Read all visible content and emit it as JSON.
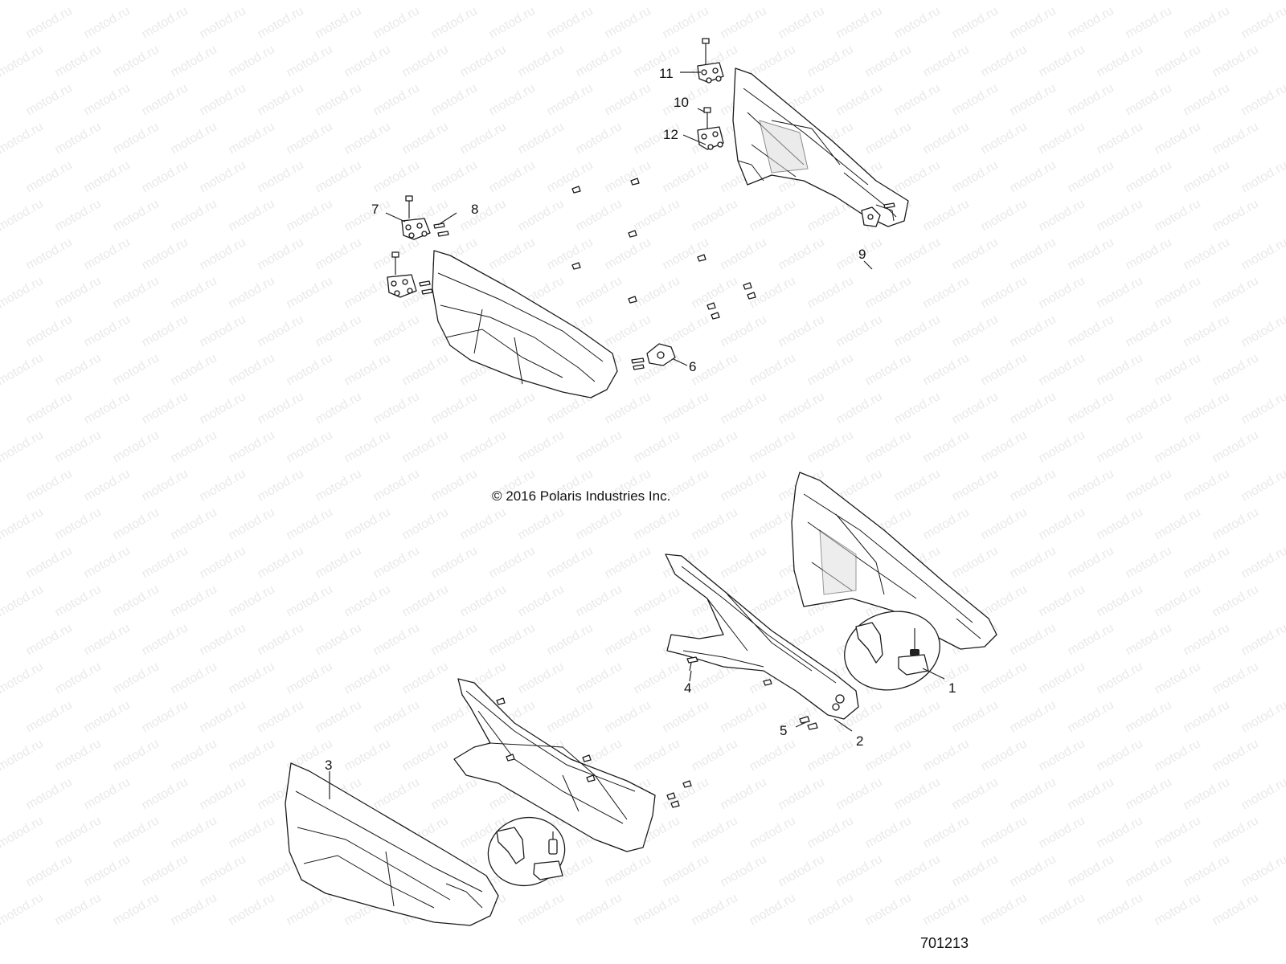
{
  "copyright": "© 2016 Polaris Industries Inc.",
  "diagram_id": "701213",
  "watermark": "motod.ru",
  "callouts": [
    {
      "id": "c1",
      "num": "1"
    },
    {
      "id": "c2",
      "num": "2"
    },
    {
      "id": "c3",
      "num": "3"
    },
    {
      "id": "c4",
      "num": "4"
    },
    {
      "id": "c5",
      "num": "5"
    },
    {
      "id": "c6",
      "num": "6"
    },
    {
      "id": "c7",
      "num": "7"
    },
    {
      "id": "c8",
      "num": "8"
    },
    {
      "id": "c9",
      "num": "9"
    },
    {
      "id": "c10",
      "num": "10"
    },
    {
      "id": "c11",
      "num": "11"
    },
    {
      "id": "c12",
      "num": "12"
    }
  ]
}
